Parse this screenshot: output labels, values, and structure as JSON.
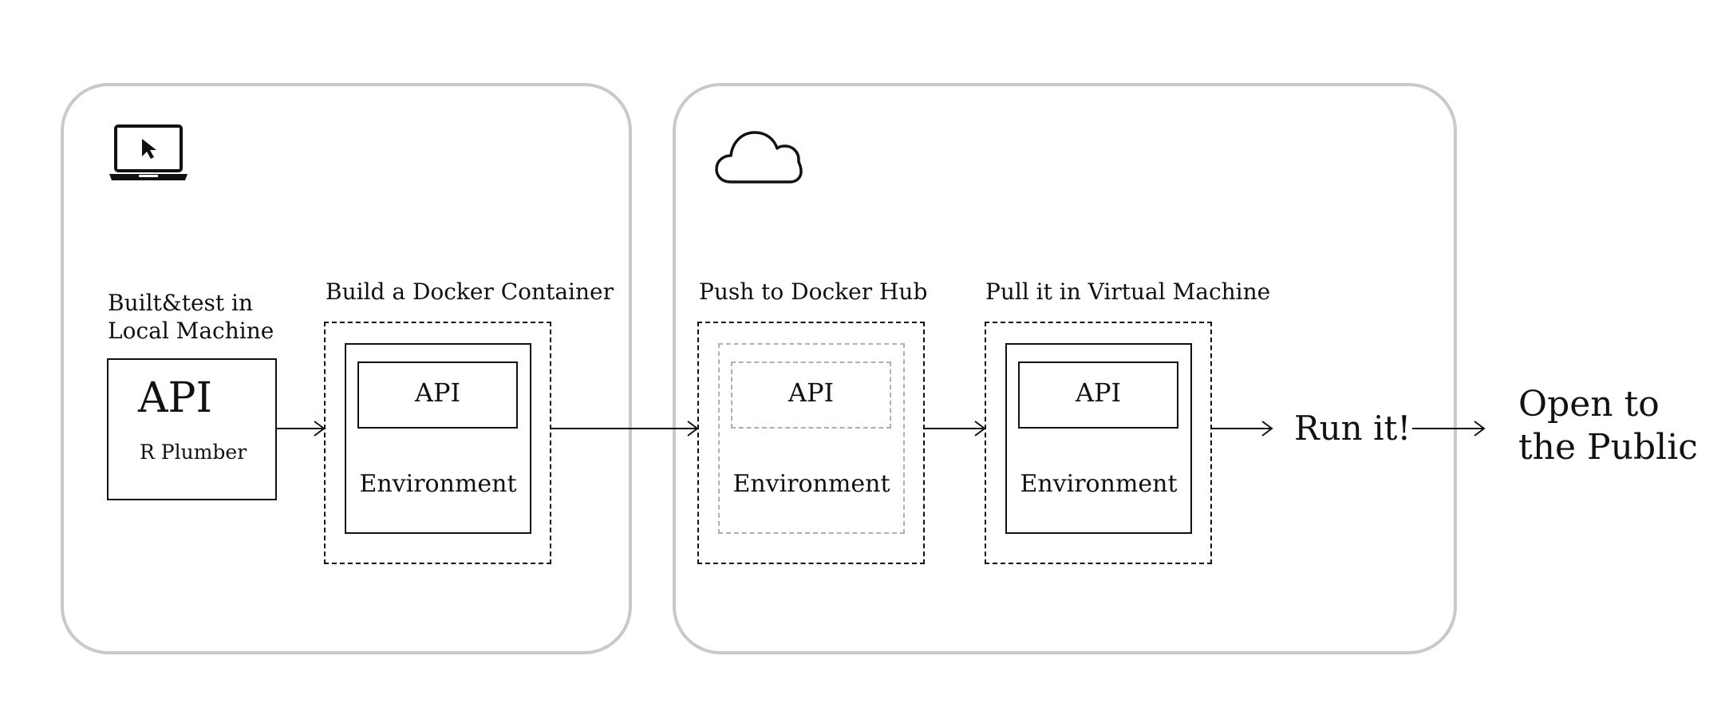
{
  "stages": {
    "local": {
      "title_line1": "Built&test in",
      "title_line2": "Local Machine",
      "api_title": "API",
      "api_subtitle": "R Plumber"
    },
    "build": {
      "title": "Build a Docker Container",
      "api_label": "API",
      "env_label": "Environment"
    },
    "push": {
      "title": "Push to Docker Hub",
      "api_label": "API",
      "env_label": "Environment"
    },
    "pull": {
      "title": "Pull it in Virtual Machine",
      "api_label": "API",
      "env_label": "Environment"
    },
    "run": {
      "label": "Run it!"
    },
    "public": {
      "line1": "Open to",
      "line2": "the Public"
    }
  },
  "icons": {
    "local_panel": "laptop-icon",
    "cloud_panel": "cloud-icon"
  },
  "colors": {
    "panel_border": "#c9c9c9",
    "line": "#111111",
    "faded_dash": "#b0b0b0"
  }
}
